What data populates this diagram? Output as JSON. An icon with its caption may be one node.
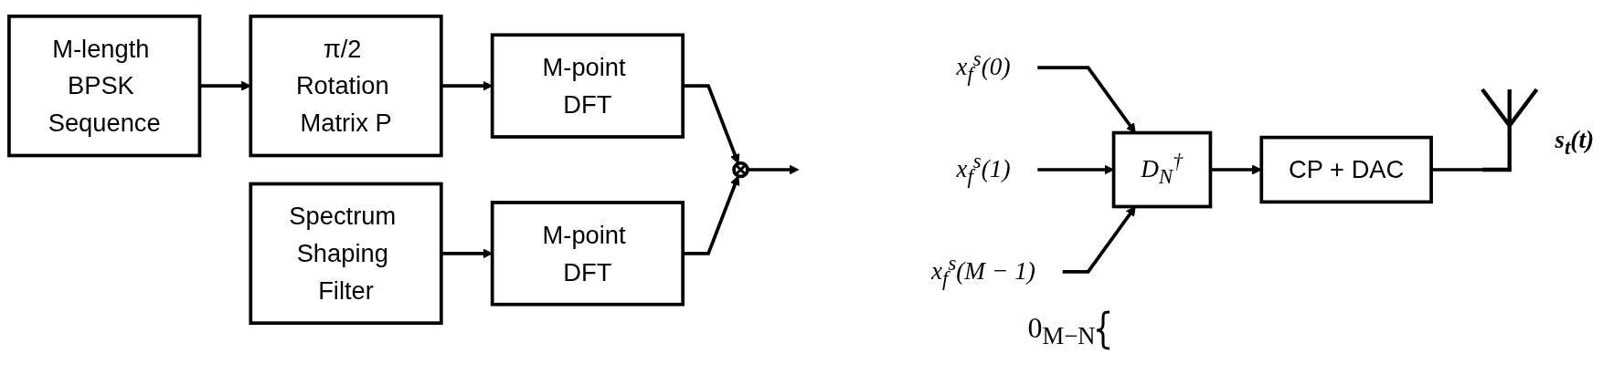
{
  "diagram": {
    "nodes": [
      {
        "text": [
          "M-length BPSK Sequence"
        ]
      },
      {
        "text": [
          "π/2 Rotation Matrix P"
        ]
      },
      {
        "text": [
          "M-point DFT"
        ]
      },
      {
        "text": [
          "Spectrum Shaping Filter"
        ]
      },
      {
        "text": [
          "M-point DFT"
        ]
      },
      {
        "text": [],
        "shape": "circle"
      },
      {
        "text": [
          "x$_{f}$$^{s}$(0)"
        ]
      },
      {
        "text": [
          "x$_{f}$$^{s}$(1)"
        ]
      },
      {
        "text": [
          "x$_{f}$$^{s}$(M − 1)"
        ]
      },
      {
        "text": [
          "D$_{N}$$^{†}$"
        ]
      },
      {
        "text": [
          "CP + DAC"
        ]
      },
      {
        "text": [
          "s$_{t}$(t)"
        ]
      }
    ],
    "edges": [
      {
        "from": 0,
        "to": 1,
        "arrow": "to"
      },
      {
        "from": 1,
        "to": 2,
        "arrow": "to"
      },
      {
        "from": 2,
        "to": 5,
        "arrow": "to"
      },
      {
        "from": 3,
        "to": 4,
        "arrow": "to"
      },
      {
        "from": 4,
        "to": 5,
        "arrow": "to"
      },
      {
        "from": 5,
        "to": null,
        "arrow": "to"
      },
      {
        "from": 6,
        "to": 9,
        "arrow": "to"
      },
      {
        "from": 7,
        "to": 9,
        "arrow": "to"
      },
      {
        "from": 8,
        "to": 9,
        "arrow": "to"
      },
      {
        "from": 9,
        "to": 10,
        "arrow": "to"
      },
      {
        "from": 10,
        "to": 11,
        "arrow": "none"
      }
    ],
    "labels": [
      "0$_{M−N}$"
    ]
  }
}
